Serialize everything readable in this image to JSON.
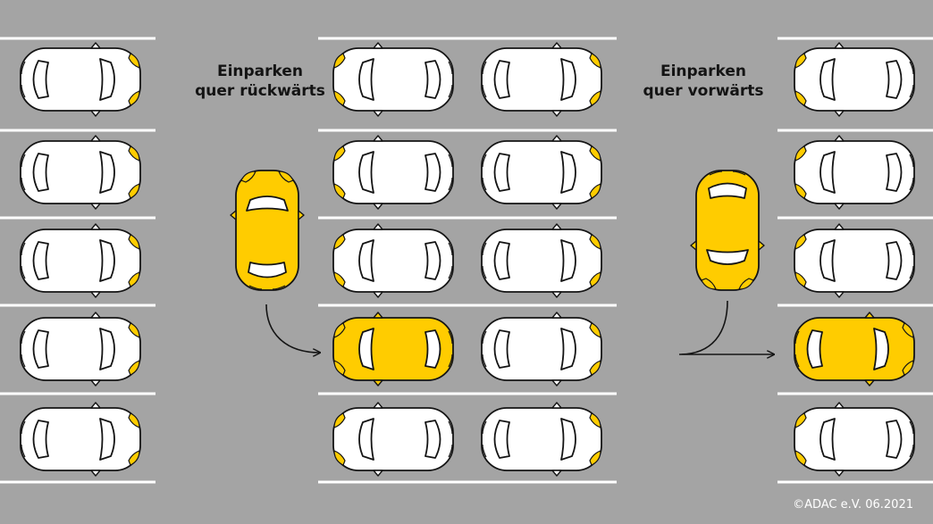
{
  "labels": {
    "reverse_line1": "Einparken",
    "reverse_line2": "quer rückwärts",
    "forward_line1": "Einparken",
    "forward_line2": "quer vorwärts"
  },
  "credit": "©ADAC e.V.  06.2021",
  "colors": {
    "background": "#a4a4a4",
    "parking_lines": "#ffffff",
    "car_white": "#ffffff",
    "car_highlight": "#ffcc00",
    "outline": "#141414"
  },
  "icons": [
    "car-icon",
    "curved-arrow-icon"
  ]
}
